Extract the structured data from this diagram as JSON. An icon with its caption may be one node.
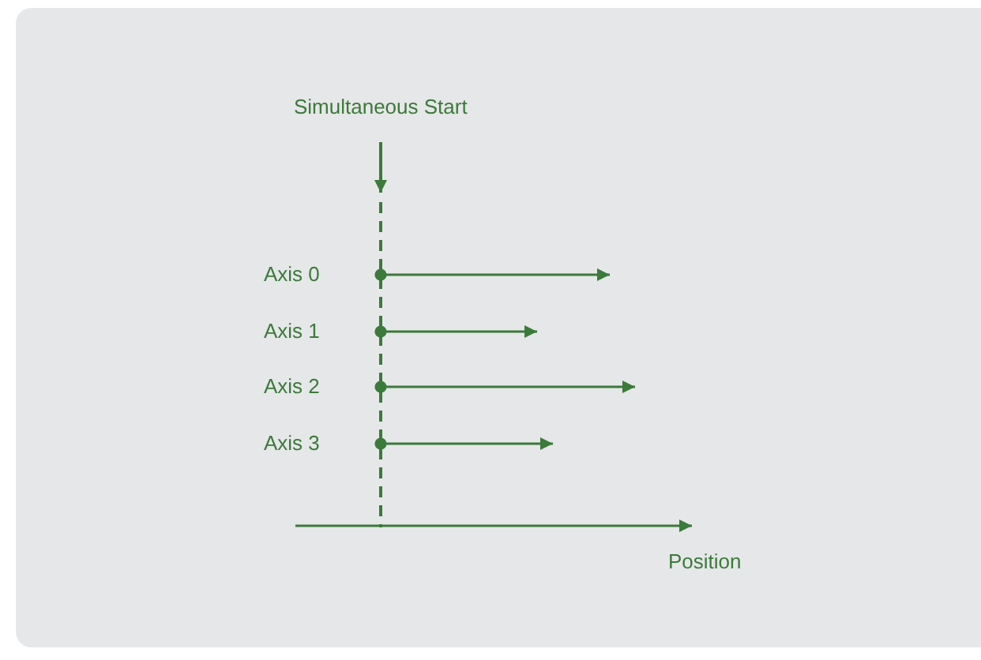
{
  "diagram": {
    "labels": [
      "Simultaneous Start",
      "Axis 0",
      "Axis 1",
      "Axis 2",
      "Axis 3",
      "Position"
    ]
  }
}
